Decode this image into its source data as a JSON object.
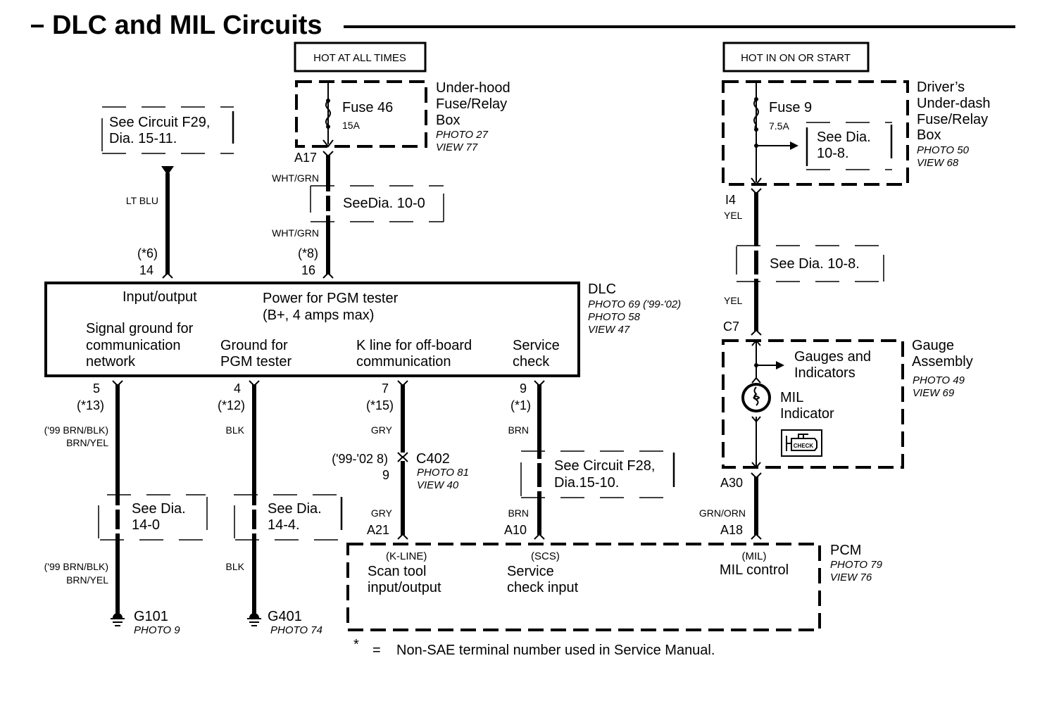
{
  "title": "DLC and MIL Circuits",
  "power_sources": {
    "hot_at_all_times": "HOT AT ALL TIMES",
    "hot_in_on_or_start": "HOT IN ON OR START"
  },
  "underhood_box": {
    "name_lines": [
      "Under-hood",
      "Fuse/Relay",
      "Box"
    ],
    "photo": "PHOTO 27",
    "view": "VIEW 77",
    "fuse_name": "Fuse 46",
    "fuse_rating": "15A"
  },
  "underdash_box": {
    "name_lines": [
      "Driver’s",
      "Under-dash",
      "Fuse/Relay",
      "Box"
    ],
    "photo": "PHOTO 50",
    "view": "VIEW 68",
    "fuse_name": "Fuse 9",
    "fuse_rating": "7.5A",
    "ref_lines": [
      "See Dia.",
      "10-8."
    ]
  },
  "references": {
    "f29": [
      "See Circuit F29,",
      "Dia. 15-11."
    ],
    "dia_10_0": "SeeDia. 10-0",
    "dia_10_8": "See Dia. 10-8.",
    "dia_14_0": [
      "See Dia.",
      "14-0"
    ],
    "dia_14_4": [
      "See Dia.",
      "14-4."
    ],
    "f28": [
      "See Circuit F28,",
      "Dia.15-10."
    ]
  },
  "wires": {
    "lt_blu": "LT BLU",
    "wht_grn": "WHT/GRN",
    "yel": "YEL",
    "brn_blk_99": "('99 BRN/BLK)",
    "brn_yel": "BRN/YEL",
    "blk": "BLK",
    "gry": "GRY",
    "brn": "BRN",
    "grn_orn": "GRN/ORN"
  },
  "terminals": {
    "a17": "A17",
    "pin14_alt": "(*6)",
    "pin14": "14",
    "pin16_alt": "(*8)",
    "pin16": "16",
    "i4": "I4",
    "c7": "C7",
    "pin5": "5",
    "pin5_alt": "(*13)",
    "pin4": "4",
    "pin4_alt": "(*12)",
    "pin7": "7",
    "pin7_alt": "(*15)",
    "pin9": "9",
    "pin9_alt": "(*1)",
    "c402_upper": "('99-'02 8)",
    "c402_lower": "9",
    "a21": "A21",
    "a10": "A10",
    "a30": "A30",
    "a18": "A18"
  },
  "dlc": {
    "name": "DLC",
    "photo_1": "PHOTO 69 ('99-'02)",
    "photo_2": "PHOTO 58",
    "view": "VIEW 47",
    "pin14_desc": "Input/output",
    "pin16_desc": [
      "Power for PGM tester",
      "(B+, 4 amps max)"
    ],
    "pin5_desc": [
      "Signal ground for",
      "communication",
      "network"
    ],
    "pin4_desc": [
      "Ground for",
      "PGM tester"
    ],
    "pin7_desc": [
      "K line for off-board",
      "communication"
    ],
    "pin9_desc": [
      "Service",
      "check"
    ]
  },
  "connector_c402": {
    "name": "C402",
    "photo": "PHOTO 81",
    "view": "VIEW 40"
  },
  "grounds": [
    {
      "name": "G101",
      "photo": "PHOTO 9"
    },
    {
      "name": "G401",
      "photo": "PHOTO 74"
    }
  ],
  "gauge_assembly": {
    "name_lines": [
      "Gauge",
      "Assembly"
    ],
    "photo": "PHOTO 49",
    "view": "VIEW 69",
    "gauges_lines": [
      "Gauges and",
      "Indicators"
    ],
    "mil_lines": [
      "MIL",
      "Indicator"
    ],
    "check_icon_text": "CHECK"
  },
  "pcm": {
    "name": "PCM",
    "photo": "PHOTO 79",
    "view": "VIEW 76",
    "kline_code": "(K-LINE)",
    "kline_lines": [
      "Scan tool",
      "input/output"
    ],
    "scs_code": "(SCS)",
    "scs_lines": [
      "Service",
      "check input"
    ],
    "mil_code": "(MIL)",
    "mil_label": "MIL control"
  },
  "footnote": {
    "symbol": "*",
    "equals": "=",
    "text": "Non-SAE terminal number used in Service Manual."
  }
}
